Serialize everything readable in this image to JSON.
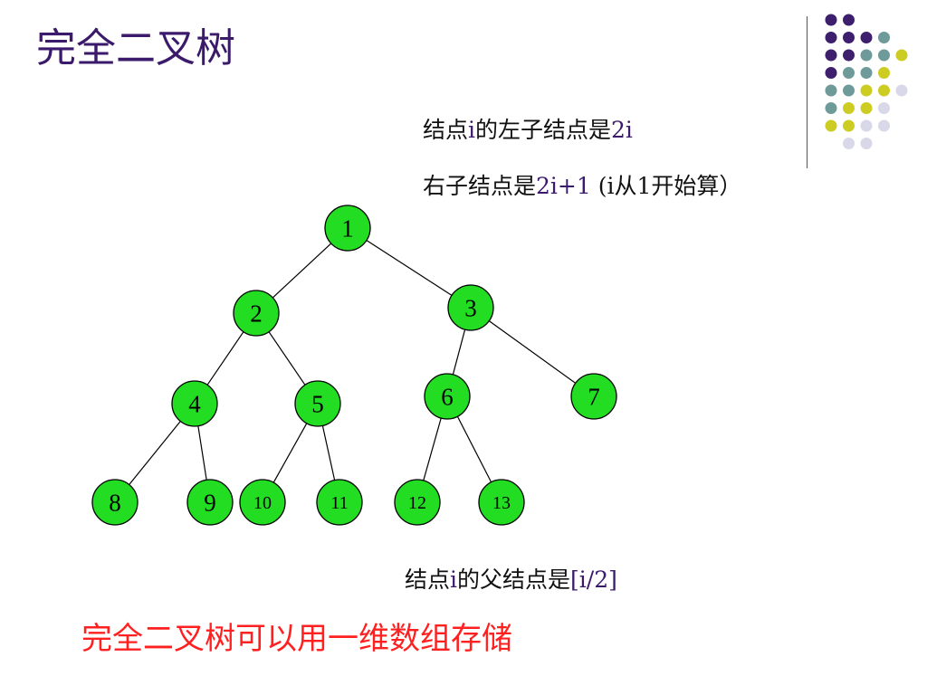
{
  "slide": {
    "title": "完全二叉树",
    "left_child_rule": {
      "prefix": "结点",
      "var": "i",
      "middle": "的左子结点是",
      "formula": "2i"
    },
    "right_child_rule": {
      "prefix": "右子结点是",
      "formula": "2i+1",
      "note": " (i从1开始算）"
    },
    "parent_rule": {
      "prefix": "结点",
      "var": "i",
      "middle": "的父结点是",
      "formula": "[i/2]"
    },
    "conclusion": "完全二叉树可以用一维数组存储"
  },
  "tree": {
    "node_color": "#22dd22",
    "nodes": [
      "1",
      "2",
      "3",
      "4",
      "5",
      "6",
      "7",
      "8",
      "9",
      "10",
      "11",
      "12",
      "13"
    ],
    "edges": [
      [
        "1",
        "2"
      ],
      [
        "1",
        "3"
      ],
      [
        "2",
        "4"
      ],
      [
        "2",
        "5"
      ],
      [
        "3",
        "6"
      ],
      [
        "3",
        "7"
      ],
      [
        "4",
        "8"
      ],
      [
        "4",
        "9"
      ],
      [
        "5",
        "10"
      ],
      [
        "5",
        "11"
      ],
      [
        "6",
        "12"
      ],
      [
        "6",
        "13"
      ]
    ]
  },
  "decoration": {
    "colors": {
      "purple": "#3d1f6e",
      "teal": "#6e9a9a",
      "olive": "#cccc22",
      "lavender": "#d8d8e8"
    }
  }
}
